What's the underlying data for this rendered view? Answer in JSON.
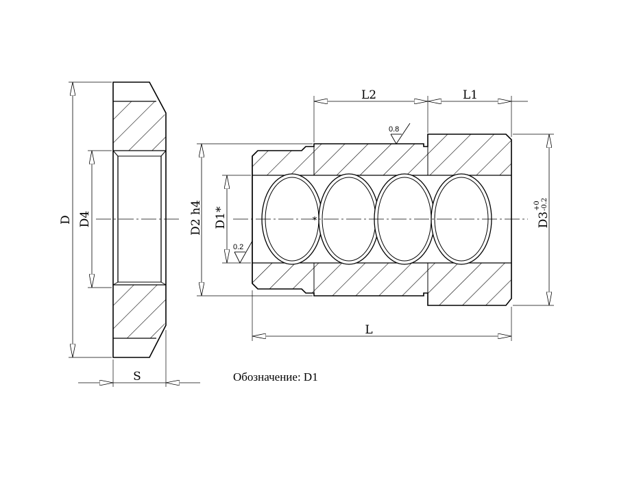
{
  "drawing": {
    "labels": {
      "d": "D",
      "d4": "D4",
      "s": "S",
      "l": "L",
      "l1": "L1",
      "l2": "L2",
      "d2": "D2 h4",
      "d1": "D1*",
      "d3": "D3",
      "d3_tol_upper": "+0",
      "d3_tol_lower": "-0.2"
    },
    "roughness": {
      "outer": "0.8",
      "bore": "0.2"
    },
    "center_mark": "*"
  },
  "caption": "Обозначение: D1"
}
